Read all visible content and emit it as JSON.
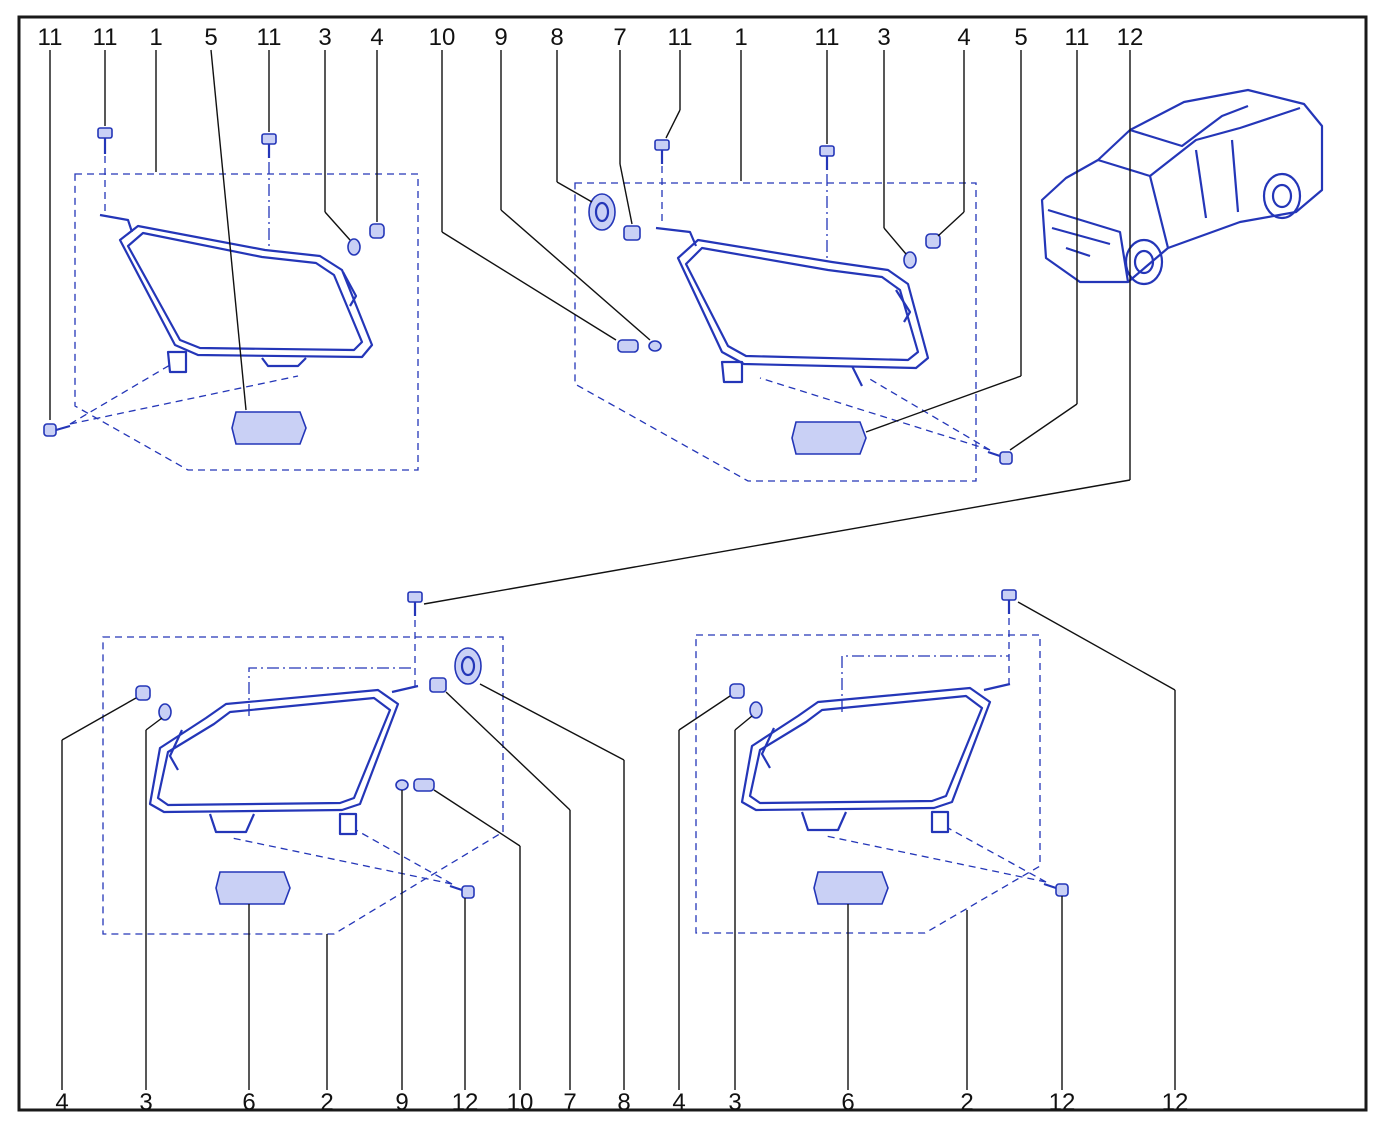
{
  "colors": {
    "ink": "#2436b8",
    "light": "#c9d0f5",
    "frame": "#1a1a1a"
  },
  "callouts": {
    "top": [
      "11",
      "11",
      "1",
      "5",
      "11",
      "3",
      "4",
      "10",
      "9",
      "8",
      "7",
      "11",
      "1",
      "11",
      "3",
      "4",
      "5",
      "11",
      "12"
    ],
    "bottom": [
      "4",
      "3",
      "6",
      "2",
      "9",
      "12",
      "10",
      "7",
      "8",
      "4",
      "3",
      "6",
      "2",
      "12",
      "12"
    ]
  }
}
